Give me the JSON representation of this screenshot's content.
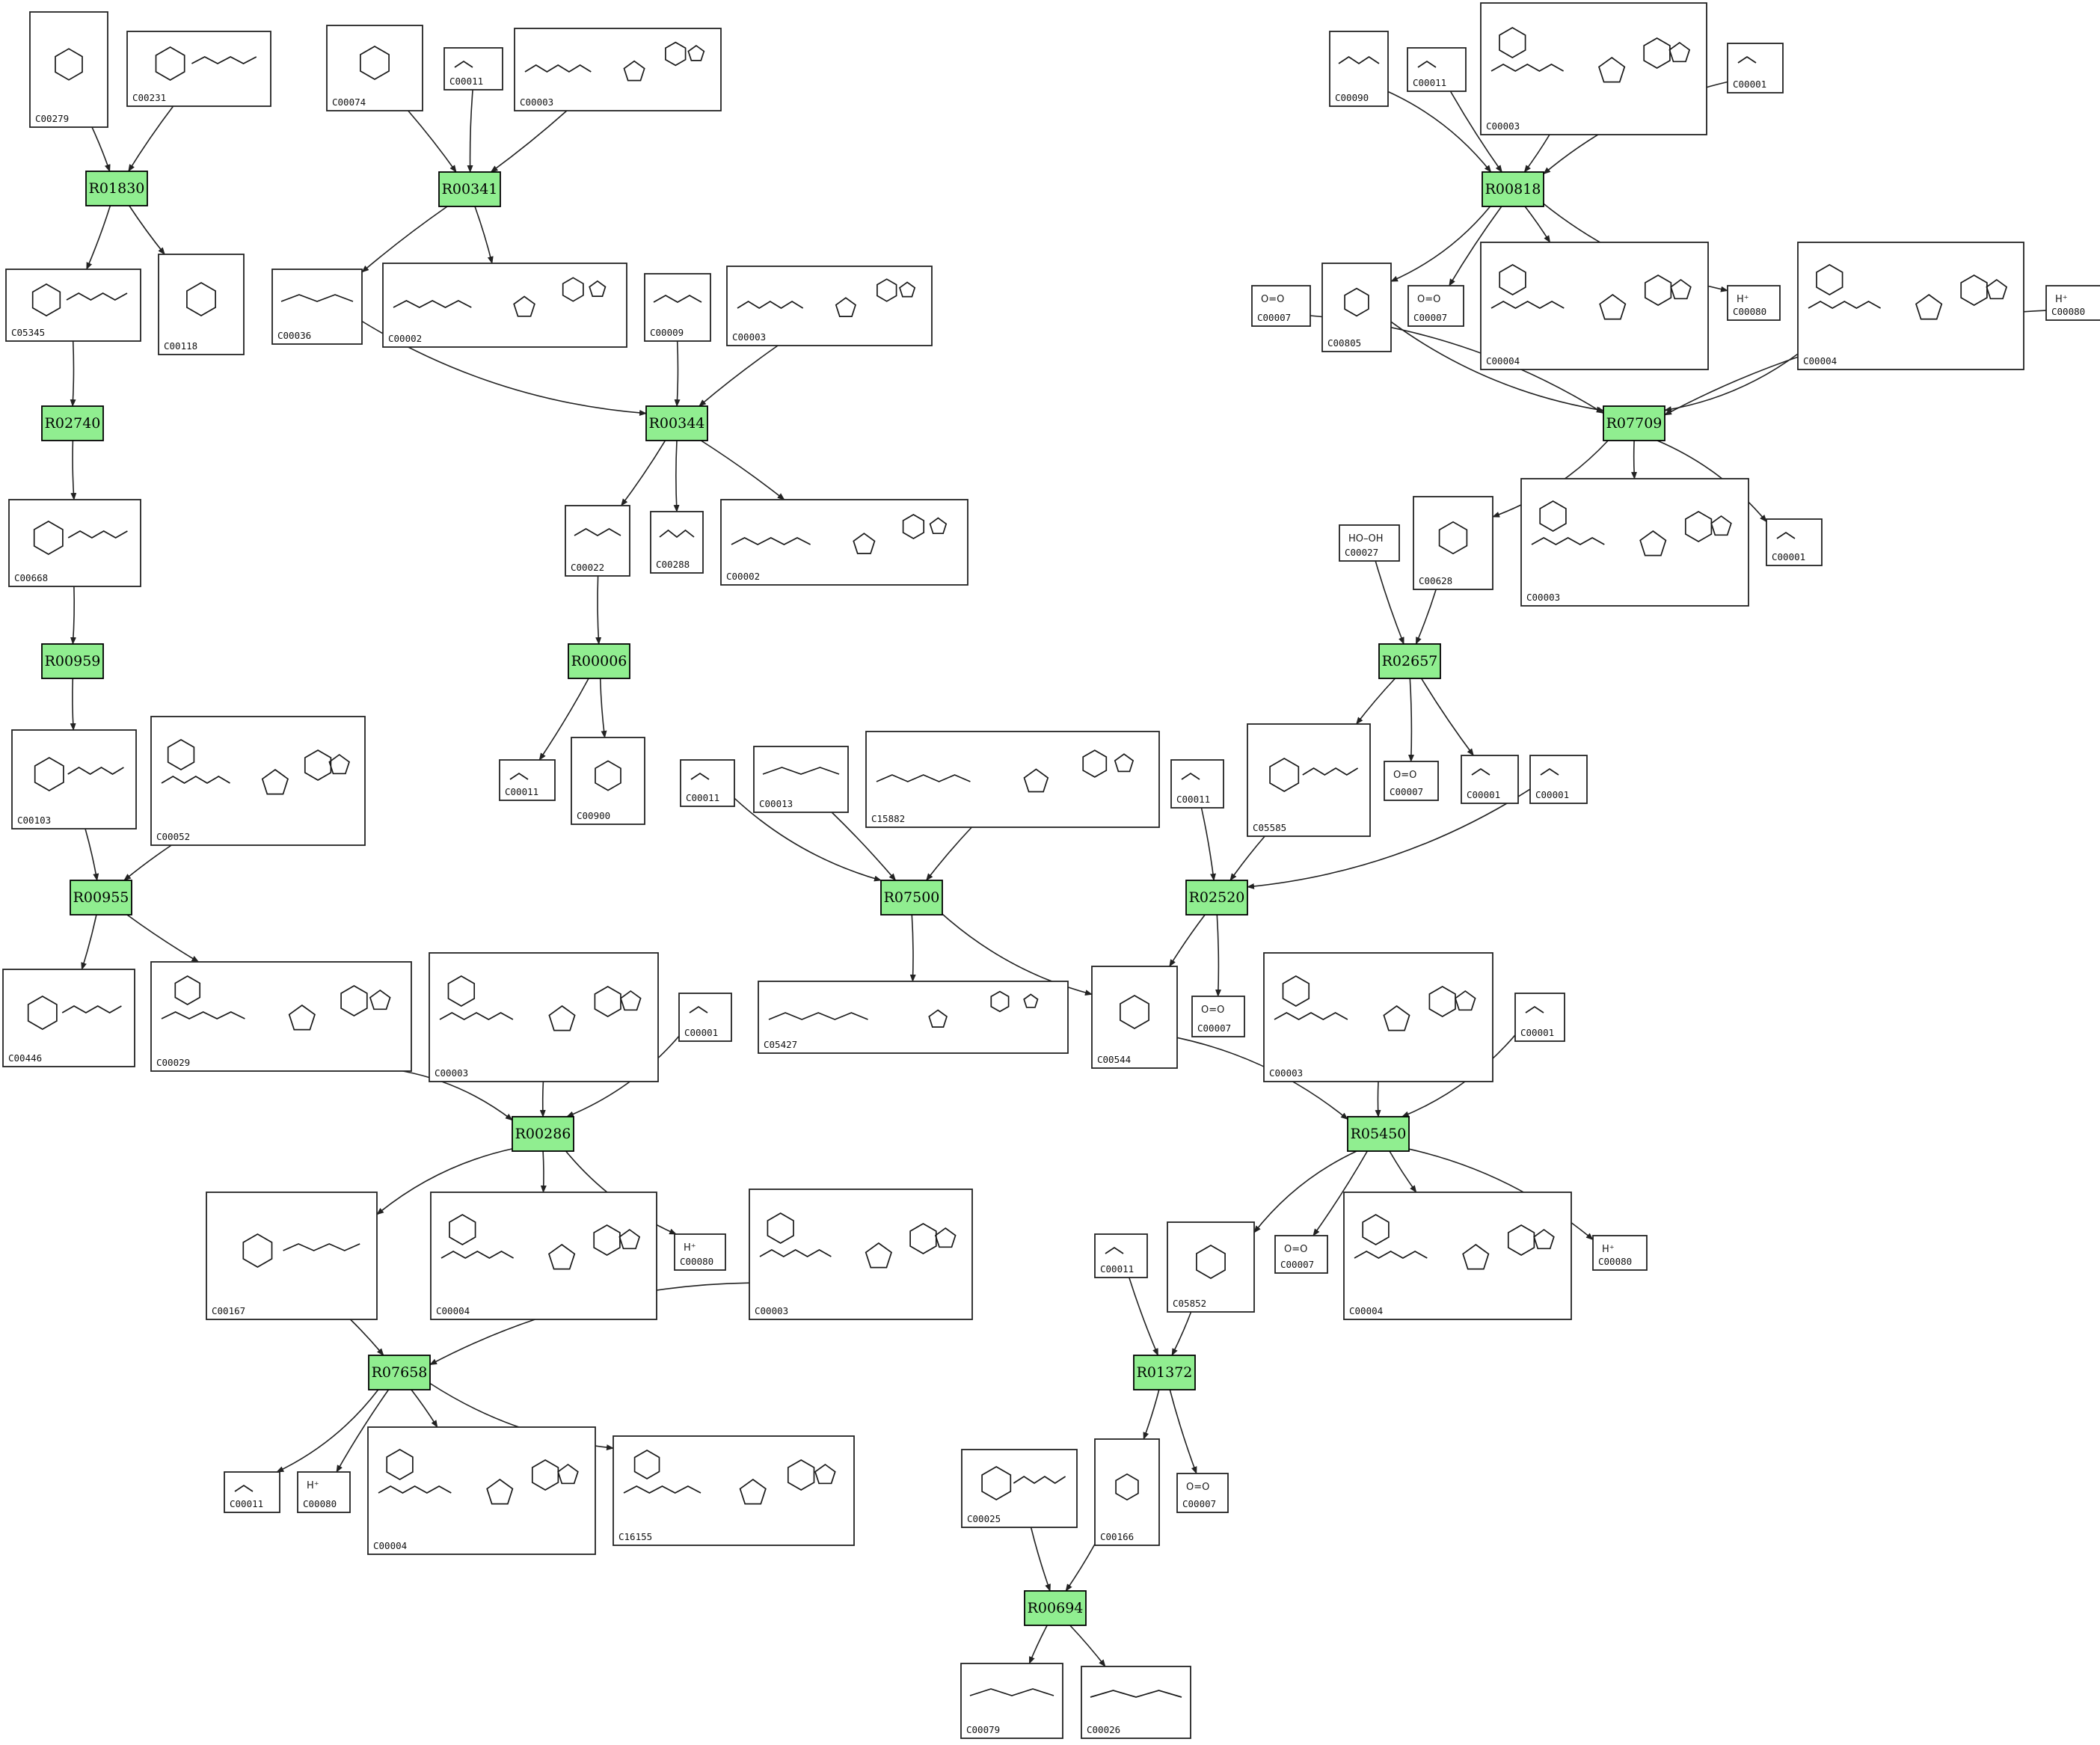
{
  "colors": {
    "reaction_fill": "#90EE90",
    "box_stroke": "#222222",
    "edge": "#222222"
  },
  "reactions": {
    "R01830": "R01830",
    "R00341": "R00341",
    "R00818": "R00818",
    "R02740": "R02740",
    "R00344": "R00344",
    "R07709": "R07709",
    "R00959": "R00959",
    "R00006": "R00006",
    "R02657": "R02657",
    "R00955": "R00955",
    "R07500": "R07500",
    "R02520": "R02520",
    "R00286": "R00286",
    "R05450": "R05450",
    "R07658": "R07658",
    "R01372": "R01372",
    "R00694": "R00694"
  },
  "compounds": {
    "c1": {
      "id": "C00279",
      "text": ""
    },
    "c2": {
      "id": "C00231",
      "text": ""
    },
    "c3": {
      "id": "C00074",
      "text": ""
    },
    "c4": {
      "id": "C00011",
      "text": ""
    },
    "c5": {
      "id": "C00003",
      "text": ""
    },
    "c6": {
      "id": "C00090",
      "text": ""
    },
    "c7": {
      "id": "C00011",
      "text": ""
    },
    "c8": {
      "id": "C00003",
      "text": ""
    },
    "c9": {
      "id": "C00001",
      "text": ""
    },
    "c10": {
      "id": "C05345",
      "text": ""
    },
    "c11": {
      "id": "C00118",
      "text": ""
    },
    "c12": {
      "id": "C00036",
      "text": ""
    },
    "c13": {
      "id": "C00002",
      "text": ""
    },
    "c14": {
      "id": "C00009",
      "text": ""
    },
    "c15": {
      "id": "C00003",
      "text": ""
    },
    "c16": {
      "id": "C00007",
      "text": "O=O"
    },
    "c17": {
      "id": "C00805",
      "text": ""
    },
    "c18": {
      "id": "C00007",
      "text": "O=O"
    },
    "c19": {
      "id": "C00004",
      "text": ""
    },
    "c20": {
      "id": "C00080",
      "text": "H⁺"
    },
    "c21": {
      "id": "C00004",
      "text": ""
    },
    "c22": {
      "id": "C00080",
      "text": "H⁺"
    },
    "c23": {
      "id": "C00668",
      "text": ""
    },
    "c24": {
      "id": "C00022",
      "text": ""
    },
    "c25": {
      "id": "C00288",
      "text": ""
    },
    "c26": {
      "id": "C00002",
      "text": ""
    },
    "c27": {
      "id": "C00027",
      "text": "HO–OH"
    },
    "c28": {
      "id": "C00628",
      "text": ""
    },
    "c29": {
      "id": "C00003",
      "text": ""
    },
    "c30": {
      "id": "C00001",
      "text": ""
    },
    "c31": {
      "id": "C00103",
      "text": ""
    },
    "c32": {
      "id": "C00052",
      "text": ""
    },
    "c33": {
      "id": "C00011",
      "text": ""
    },
    "c34": {
      "id": "C00900",
      "text": ""
    },
    "c35": {
      "id": "C00011",
      "text": ""
    },
    "c36": {
      "id": "C00013",
      "text": ""
    },
    "c37": {
      "id": "C15882",
      "text": ""
    },
    "c38": {
      "id": "C00011",
      "text": ""
    },
    "c39": {
      "id": "C05585",
      "text": ""
    },
    "c40": {
      "id": "C00007",
      "text": "O=O"
    },
    "c41": {
      "id": "C00001",
      "text": ""
    },
    "c42": {
      "id": "C00001",
      "text": ""
    },
    "c43": {
      "id": "C00446",
      "text": ""
    },
    "c44": {
      "id": "C00029",
      "text": ""
    },
    "c45": {
      "id": "C00003",
      "text": ""
    },
    "c46": {
      "id": "C00001",
      "text": ""
    },
    "c47": {
      "id": "C05427",
      "text": ""
    },
    "c48": {
      "id": "C00544",
      "text": ""
    },
    "c49": {
      "id": "C00007",
      "text": "O=O"
    },
    "c50": {
      "id": "C00003",
      "text": ""
    },
    "c51": {
      "id": "C00001",
      "text": ""
    },
    "c52": {
      "id": "C00167",
      "text": ""
    },
    "c53": {
      "id": "C00004",
      "text": ""
    },
    "c54": {
      "id": "C00003",
      "text": ""
    },
    "c55": {
      "id": "C00080",
      "text": "H⁺"
    },
    "c56": {
      "id": "C00011",
      "text": ""
    },
    "c57": {
      "id": "C05852",
      "text": ""
    },
    "c58": {
      "id": "C00007",
      "text": "O=O"
    },
    "c59": {
      "id": "C00004",
      "text": ""
    },
    "c60": {
      "id": "C00080",
      "text": "H⁺"
    },
    "c61": {
      "id": "C00011",
      "text": ""
    },
    "c62": {
      "id": "C00080",
      "text": "H⁺"
    },
    "c63": {
      "id": "C00004",
      "text": ""
    },
    "c64": {
      "id": "C16155",
      "text": ""
    },
    "c65": {
      "id": "C00007",
      "text": "O=O"
    },
    "c66": {
      "id": "C00025",
      "text": ""
    },
    "c67": {
      "id": "C00166",
      "text": ""
    },
    "c68": {
      "id": "C00079",
      "text": ""
    },
    "c69": {
      "id": "C00026",
      "text": ""
    }
  },
  "edges": [
    [
      "c1",
      "R01830"
    ],
    [
      "c2",
      "R01830"
    ],
    [
      "R01830",
      "c10"
    ],
    [
      "R01830",
      "c11"
    ],
    [
      "c10",
      "R02740"
    ],
    [
      "R02740",
      "c23"
    ],
    [
      "c23",
      "R00959"
    ],
    [
      "R00959",
      "c31"
    ],
    [
      "c31",
      "R00955"
    ],
    [
      "c32",
      "R00955"
    ],
    [
      "R00955",
      "c43"
    ],
    [
      "R00955",
      "c44"
    ],
    [
      "c3",
      "R00341"
    ],
    [
      "c4",
      "R00341"
    ],
    [
      "c5",
      "R00341"
    ],
    [
      "R00341",
      "c12"
    ],
    [
      "R00341",
      "c13"
    ],
    [
      "c12",
      "R00344"
    ],
    [
      "c14",
      "R00344"
    ],
    [
      "c15",
      "R00344"
    ],
    [
      "R00344",
      "c24"
    ],
    [
      "R00344",
      "c25"
    ],
    [
      "R00344",
      "c26"
    ],
    [
      "c24",
      "R00006"
    ],
    [
      "R00006",
      "c33"
    ],
    [
      "R00006",
      "c34"
    ],
    [
      "c6",
      "R00818"
    ],
    [
      "c7",
      "R00818"
    ],
    [
      "c8",
      "R00818"
    ],
    [
      "c9",
      "R00818"
    ],
    [
      "R00818",
      "c17"
    ],
    [
      "R00818",
      "c18"
    ],
    [
      "R00818",
      "c19"
    ],
    [
      "R00818",
      "c20"
    ],
    [
      "c16",
      "R07709"
    ],
    [
      "c17",
      "R07709"
    ],
    [
      "c21",
      "R07709"
    ],
    [
      "c22",
      "R07709"
    ],
    [
      "R07709",
      "c28"
    ],
    [
      "R07709",
      "c29"
    ],
    [
      "R07709",
      "c30"
    ],
    [
      "c27",
      "R02657"
    ],
    [
      "c28",
      "R02657"
    ],
    [
      "R02657",
      "c39"
    ],
    [
      "R02657",
      "c40"
    ],
    [
      "R02657",
      "c41"
    ],
    [
      "c38",
      "R02520"
    ],
    [
      "c39",
      "R02520"
    ],
    [
      "c42",
      "R02520"
    ],
    [
      "R02520",
      "c48"
    ],
    [
      "R02520",
      "c49"
    ],
    [
      "c35",
      "R07500"
    ],
    [
      "c36",
      "R07500"
    ],
    [
      "c37",
      "R07500"
    ],
    [
      "R07500",
      "c47"
    ],
    [
      "R07500",
      "c48"
    ],
    [
      "c44",
      "R00286"
    ],
    [
      "c45",
      "R00286"
    ],
    [
      "c46",
      "R00286"
    ],
    [
      "R00286",
      "c52"
    ],
    [
      "R00286",
      "c53"
    ],
    [
      "R00286",
      "c55"
    ],
    [
      "c52",
      "R07658"
    ],
    [
      "c54",
      "R07658"
    ],
    [
      "R07658",
      "c61"
    ],
    [
      "R07658",
      "c62"
    ],
    [
      "R07658",
      "c63"
    ],
    [
      "R07658",
      "c64"
    ],
    [
      "c48",
      "R05450"
    ],
    [
      "c50",
      "R05450"
    ],
    [
      "c51",
      "R05450"
    ],
    [
      "R05450",
      "c57"
    ],
    [
      "R05450",
      "c58"
    ],
    [
      "R05450",
      "c59"
    ],
    [
      "R05450",
      "c60"
    ],
    [
      "c56",
      "R01372"
    ],
    [
      "c57",
      "R01372"
    ],
    [
      "R01372",
      "c65"
    ],
    [
      "R01372",
      "c67"
    ],
    [
      "c66",
      "R00694"
    ],
    [
      "c67",
      "R00694"
    ],
    [
      "R00694",
      "c68"
    ],
    [
      "R00694",
      "c69"
    ]
  ]
}
